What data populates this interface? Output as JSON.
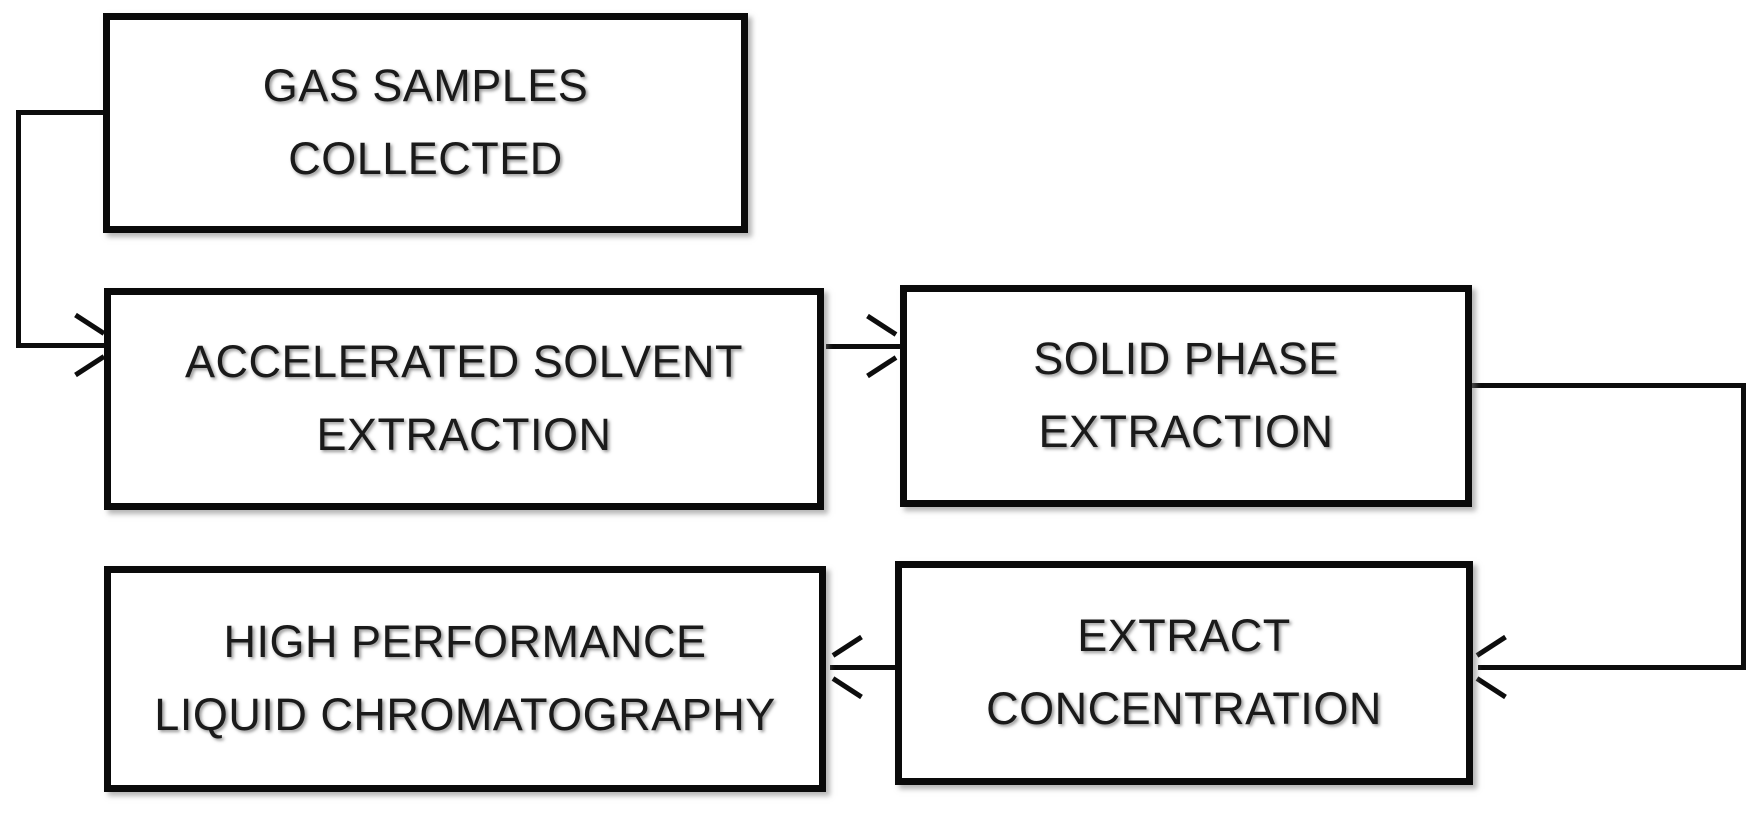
{
  "diagram": {
    "title": "Analytical workflow flowchart",
    "background_color": "#ffffff",
    "stroke_color": "#0d0d0d",
    "text_color": "#1a1a1a",
    "nodes": [
      {
        "id": "gas-samples-collected",
        "lines": [
          "GAS SAMPLES",
          "COLLECTED"
        ]
      },
      {
        "id": "accelerated-solvent-extraction",
        "lines": [
          "ACCELERATED SOLVENT",
          "EXTRACTION"
        ]
      },
      {
        "id": "solid-phase-extraction",
        "lines": [
          "SOLID PHASE",
          "EXTRACTION"
        ]
      },
      {
        "id": "extract-concentration",
        "lines": [
          "EXTRACT",
          "CONCENTRATION"
        ]
      },
      {
        "id": "high-performance-liquid-chromatography",
        "lines": [
          "HIGH PERFORMANCE",
          "LIQUID CHROMATOGRAPHY"
        ]
      }
    ],
    "connectors": [
      {
        "id": "gas-to-ase",
        "from": "gas-samples-collected",
        "to": "accelerated-solvent-extraction",
        "direction": "right"
      },
      {
        "id": "ase-to-spe",
        "from": "accelerated-solvent-extraction",
        "to": "solid-phase-extraction",
        "direction": "right"
      },
      {
        "id": "spe-to-ext",
        "from": "solid-phase-extraction",
        "to": "extract-concentration",
        "direction": "left"
      },
      {
        "id": "ext-to-hplc",
        "from": "extract-concentration",
        "to": "high-performance-liquid-chromatography",
        "direction": "left"
      }
    ]
  }
}
